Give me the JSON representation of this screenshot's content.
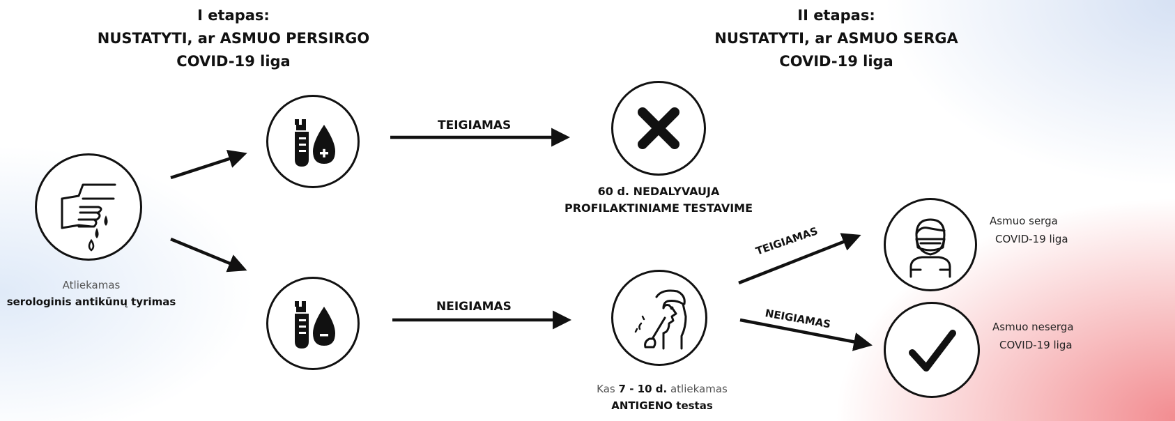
{
  "stage1": {
    "line1": "I etapas:",
    "line2": "NUSTATYTI, ar ASMUO PERSIRGO",
    "line3": "COVID-19 liga"
  },
  "stage2": {
    "line1": "II etapas:",
    "line2": "NUSTATYTI, ar ASMUO SERGA",
    "line3": "COVID-19 liga"
  },
  "start": {
    "line1": "Atliekamas",
    "line2": "serologinis antikūnų tyrimas"
  },
  "edges": {
    "positive": "TEIGIAMAS",
    "negative": "NEIGIAMAS",
    "positive2": "TEIGIAMAS",
    "negative2": "NEIGIAMAS"
  },
  "excluded": {
    "line1": "60 d. NEDALYVAUJA",
    "line2": "PROFILAKTINIAME TESTAVIME"
  },
  "antigen": {
    "prefix": "Kas",
    "days": "7 - 10 d.",
    "suffix": "atliekamas",
    "line2": "ANTIGENO testas"
  },
  "sick": {
    "line1": "Asmuo serga",
    "line2": "COVID-19 liga"
  },
  "healthy": {
    "line1": "Asmuo neserga",
    "line2": "COVID-19 liga"
  },
  "icons": {
    "start": "finger-prick-blood-icon",
    "positive": "test-tube-blood-plus-icon",
    "negative": "test-tube-blood-minus-icon",
    "excluded": "cross-icon",
    "antigen": "nasal-swab-icon",
    "sick": "masked-person-icon",
    "healthy": "checkmark-icon"
  }
}
